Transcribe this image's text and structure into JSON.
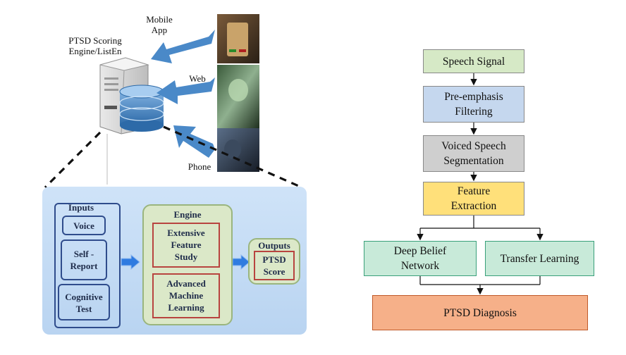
{
  "left": {
    "engine_label": "PTSD Scoring\nEngine/ListEn",
    "sources": [
      {
        "label": "Mobile\nApp"
      },
      {
        "label": "Web"
      },
      {
        "label": "Phone"
      }
    ],
    "panel": {
      "inputs_title": "Inputs",
      "inputs": [
        "Voice",
        "Self -\nReport",
        "Cognitive\nTest"
      ],
      "engine_title": "Engine",
      "engine_items": [
        "Extensive\nFeature\nStudy",
        "Advanced\nMachine\nLearning"
      ],
      "outputs_title": "Outputs",
      "output": "PTSD\nScore"
    }
  },
  "flow": {
    "steps": [
      {
        "label": "Speech Signal",
        "fill": "#d6e9c6"
      },
      {
        "label": "Pre-emphasis\nFiltering",
        "fill": "#c5d7ee"
      },
      {
        "label": "Voiced Speech\nSegmentation",
        "fill": "#cfcfcf"
      },
      {
        "label": "Feature\nExtraction",
        "fill": "#ffe07a"
      }
    ],
    "branches": [
      {
        "label": "Deep Belief\nNetwork",
        "fill": "#c8ead9"
      },
      {
        "label": "Transfer Learning",
        "fill": "#c8ead9"
      }
    ],
    "final": {
      "label": "PTSD Diagnosis",
      "fill": "#f6b089"
    }
  }
}
